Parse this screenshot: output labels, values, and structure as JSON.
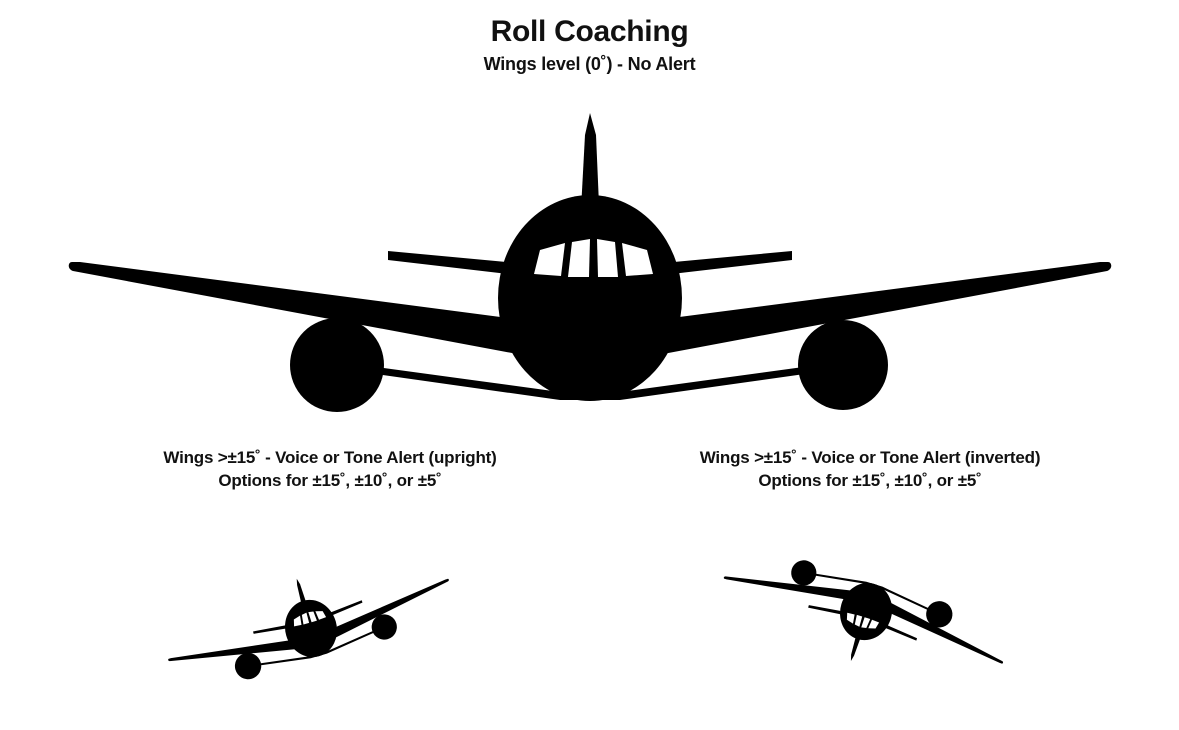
{
  "header": {
    "title": "Roll Coaching",
    "subtitle": "Wings level (0˚) - No Alert"
  },
  "colors": {
    "background": "#ffffff",
    "silhouette": "#000000",
    "text": "#111111",
    "window": "#ffffff"
  },
  "figures": {
    "main": {
      "name": "aircraft-level",
      "bank_angle_deg": 0,
      "orientation": "upright",
      "alert": "No Alert"
    },
    "lower_left": {
      "name": "aircraft-banked-upright",
      "bank_angle_deg": -16,
      "orientation": "upright",
      "alert": "Voice or Tone Alert",
      "caption_line1": "Wings >±15˚ - Voice or Tone Alert (upright)",
      "caption_line2": "Options for ±15˚, ±10˚, or ±5˚"
    },
    "lower_right": {
      "name": "aircraft-banked-inverted",
      "bank_angle_deg": 197,
      "orientation": "inverted",
      "alert": "Voice or Tone Alert",
      "caption_line1": "Wings >±15˚ - Voice or Tone Alert (inverted)",
      "caption_line2": "Options for ±15˚, ±10˚, or ±5˚"
    }
  },
  "icons": {
    "aircraft": "airplane-front-view-icon",
    "tail_fin": "vertical-stabilizer-icon",
    "stabilizer": "horizontal-stabilizer-icon",
    "wing": "wing-icon",
    "engine": "engine-nacelle-icon",
    "cockpit": "cockpit-window-icon"
  },
  "alert_options": {
    "thresholds": [
      "±15˚",
      "±10˚",
      "±5˚"
    ],
    "label": "Options for ±15˚, ±10˚, or ±5˚"
  }
}
